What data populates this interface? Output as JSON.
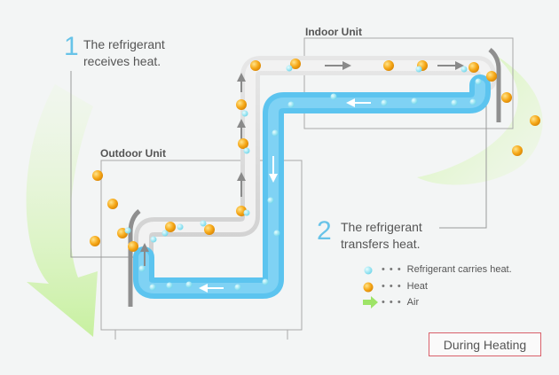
{
  "diagram": {
    "title": "",
    "units": {
      "indoor": "Indoor Unit",
      "outdoor": "Outdoor Unit"
    },
    "steps": [
      {
        "number": "1",
        "line1": "The refrigerant",
        "line2": "receives heat."
      },
      {
        "number": "2",
        "line1": "The refrigerant",
        "line2": "transfers heat."
      }
    ],
    "legend": [
      {
        "icon": "refrigerant-dot-icon",
        "dots": "• • •",
        "label": "Refrigerant carries heat."
      },
      {
        "icon": "heat-dot-icon",
        "dots": "• • •",
        "label": "Heat"
      },
      {
        "icon": "air-arrow-icon",
        "dots": "• • •",
        "label": "Air"
      }
    ],
    "mode": "During Heating",
    "colors": {
      "warm_pipe": "#dcdcdc",
      "cold_pipe": "#5cc4ef",
      "refrigerant": "#7fe0f0",
      "heat": "#f4a416",
      "air": "#c9f29a",
      "badge_border": "#d9606b",
      "step_number": "#67c3e8"
    }
  }
}
